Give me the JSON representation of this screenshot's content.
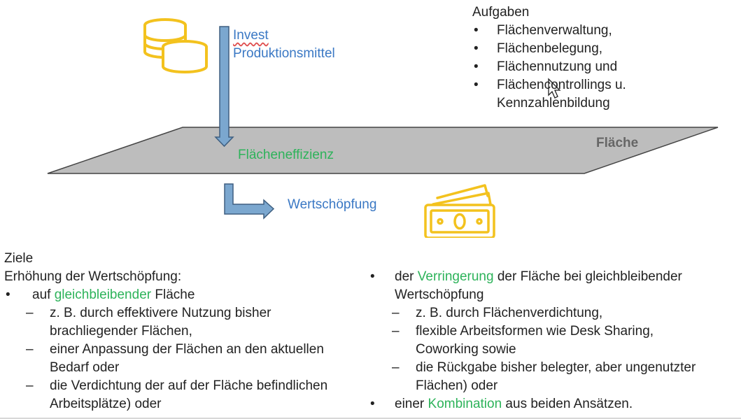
{
  "diagram": {
    "invest_label": "Invest",
    "produktionsmittel_label": "Produktionsmittel",
    "flaechen_effizienz_label": "Flächeneffizienz",
    "flaeche_label": "Fläche",
    "wertschoepfung_label": "Wertschöpfung",
    "colors": {
      "arrow_fill": "#7ba7cf",
      "arrow_stroke": "#3f5f80",
      "plane_fill": "#bdbdbd",
      "coin_color": "#f3c21e",
      "accent_blue": "#3a78c4",
      "accent_green": "#2db35a"
    },
    "icons": [
      "coins-icon",
      "money-bill-icon",
      "mouse-cursor-icon"
    ]
  },
  "aufgaben": {
    "title": "Aufgaben",
    "items": [
      "Flächenverwaltung,",
      "Flächenbelegung,",
      "Flächennutzung und",
      "Flächencontrollings u.",
      "Kennzahlenbildung"
    ]
  },
  "ziele": {
    "title": "Ziele",
    "intro": "Erhöhung der Wertschöpfung:",
    "left": {
      "bullet_pre": "auf ",
      "bullet_highlight": "gleichbleibender",
      "bullet_post": " Fläche",
      "sub_items": [
        [
          "z. B. durch effektivere Nutzung bisher",
          "brachliegender Flächen,"
        ],
        [
          "einer Anpassung der Flächen an den aktuellen",
          "Bedarf oder"
        ],
        [
          "die Verdichtung der auf der Fläche befindlichen",
          "Arbeitsplätze) oder"
        ]
      ]
    },
    "right": {
      "bullet1_pre": "der ",
      "bullet1_highlight": "Verringerung",
      "bullet1_post": " der Fläche bei gleichbleibender",
      "bullet1_line2": "Wertschöpfung",
      "sub_items": [
        [
          "z. B. durch Flächenverdichtung,"
        ],
        [
          "flexible Arbeitsformen wie Desk Sharing,",
          "Coworking sowie"
        ],
        [
          "die Rückgabe bisher belegter, aber ungenutzter",
          "Flächen) oder"
        ]
      ],
      "bullet2_pre": "einer ",
      "bullet2_highlight": "Kombination",
      "bullet2_post": " aus beiden Ansätzen."
    }
  }
}
